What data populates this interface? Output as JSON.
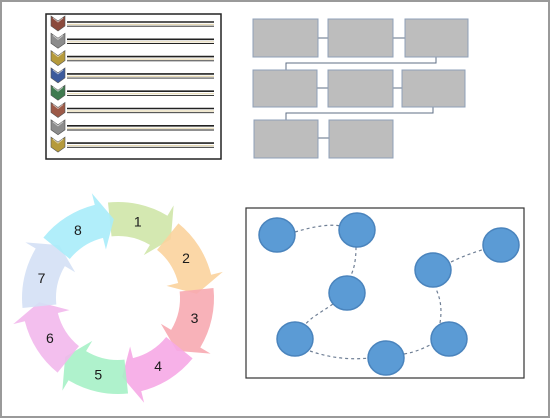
{
  "colors": {
    "frame_border": "#9a9a9a",
    "box_fill": "#bdbdbd",
    "box_border": "#8fa0b8",
    "connector": "#5f6f86",
    "node_fill": "#5b9bd5",
    "node_border": "#4a84bd",
    "dashed_edge": "#6f7f95",
    "list_line": "#222222",
    "list_line_light": "#e6d9b5"
  },
  "list_panel": {
    "chevrons": [
      {
        "icon": "chevron-icon",
        "color": "#8b4a3c"
      },
      {
        "icon": "chevron-icon",
        "color": "#8c8c8c"
      },
      {
        "icon": "chevron-icon",
        "color": "#b59a3c"
      },
      {
        "icon": "chevron-icon",
        "color": "#3c5a9c"
      },
      {
        "icon": "chevron-icon",
        "color": "#3f7a4f"
      },
      {
        "icon": "chevron-icon",
        "color": "#9c5a48"
      },
      {
        "icon": "chevron-icon",
        "color": "#8c8c8c"
      },
      {
        "icon": "chevron-icon",
        "color": "#b59a3c"
      }
    ]
  },
  "cycle": {
    "segments": [
      {
        "label": "1",
        "color": "#cfe6a8"
      },
      {
        "label": "2",
        "color": "#fbd39d"
      },
      {
        "label": "3",
        "color": "#f7aab1"
      },
      {
        "label": "4",
        "color": "#f6a8e6"
      },
      {
        "label": "5",
        "color": "#a6f1c7"
      },
      {
        "label": "6",
        "color": "#f2b8ec"
      },
      {
        "label": "7",
        "color": "#d4e0f5"
      },
      {
        "label": "8",
        "color": "#a8ecf9"
      }
    ]
  }
}
